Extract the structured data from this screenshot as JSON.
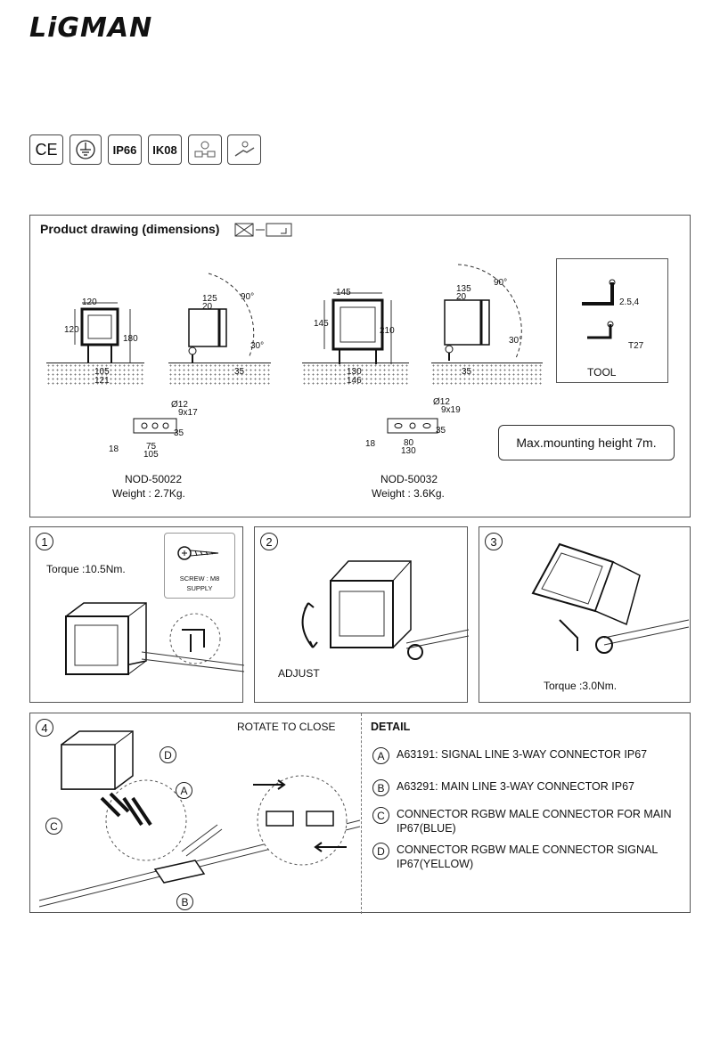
{
  "brand": "LiGMAN",
  "certifications": [
    {
      "id": "ce",
      "label": "CE"
    },
    {
      "id": "earth",
      "label": ""
    },
    {
      "id": "ip",
      "label": "IP66"
    },
    {
      "id": "ik",
      "label": "IK08"
    },
    {
      "id": "cert5",
      "label": ""
    },
    {
      "id": "cert6",
      "label": ""
    }
  ],
  "product_drawing": {
    "title": "Product drawing (dimensions)",
    "small": {
      "front": {
        "width": "120",
        "height": "120",
        "total_height": "180",
        "base1": "105",
        "base2": "121"
      },
      "side": {
        "depth": "125",
        "offset": "20",
        "angle_top": "90°",
        "angle_bottom": "30°",
        "base": "35"
      },
      "bracket": {
        "hole": "Ø12",
        "slot": "9x17",
        "h": "35",
        "w1": "75",
        "w2": "105",
        "t": "18"
      },
      "model": "NOD-50022",
      "weight": "Weight : 2.7Kg."
    },
    "large": {
      "front": {
        "width": "145",
        "height": "145",
        "total_height": "210",
        "base1": "130",
        "base2": "146"
      },
      "side": {
        "depth": "135",
        "offset": "20",
        "angle_top": "90°",
        "angle_bottom": "30°",
        "base": "35"
      },
      "bracket": {
        "hole": "Ø12",
        "slot": "9x19",
        "h": "35",
        "w1": "80",
        "w2": "130",
        "t": "18"
      },
      "model": "NOD-50032",
      "weight": "Weight : 3.6Kg."
    },
    "tool": {
      "label": "TOOL",
      "hex": "2.5,4",
      "torx": "T27"
    },
    "mounting_height": "Max.mounting height 7m."
  },
  "steps": [
    {
      "num": "1",
      "torque": "Torque :10.5Nm.",
      "screw_line1": "SCREW : M8",
      "screw_line2": "SUPPLY"
    },
    {
      "num": "2",
      "label": "ADJUST"
    },
    {
      "num": "3",
      "torque": "Torque :3.0Nm."
    },
    {
      "num": "4",
      "label": "ROTATE TO CLOSE",
      "callouts": [
        "A",
        "B",
        "C",
        "D"
      ]
    }
  ],
  "detail": {
    "title": "DETAIL",
    "items": [
      {
        "letter": "A",
        "text": "A63191: SIGNAL LINE 3-WAY CONNECTOR IP67"
      },
      {
        "letter": "B",
        "text": "A63291: MAIN LINE 3-WAY CONNECTOR IP67"
      },
      {
        "letter": "C",
        "text": "CONNECTOR RGBW MALE CONNECTOR FOR MAIN IP67(BLUE)"
      },
      {
        "letter": "D",
        "text": "CONNECTOR RGBW MALE CONNECTOR SIGNAL IP67(YELLOW)"
      }
    ]
  }
}
